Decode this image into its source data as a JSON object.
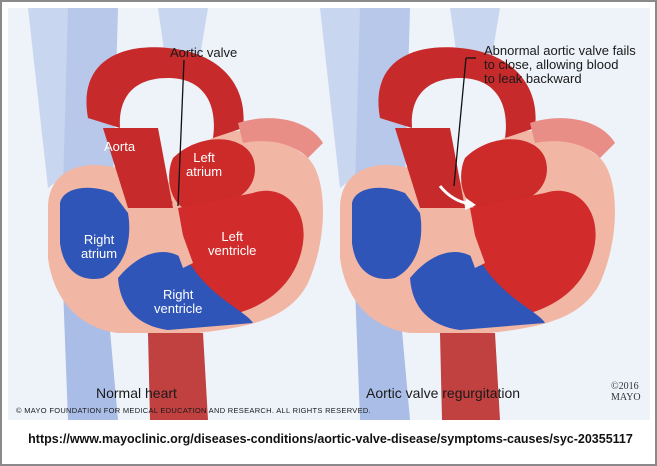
{
  "labels": {
    "aortic_valve": "Aortic valve",
    "aorta": "Aorta",
    "left_atrium": "Left\natrium",
    "right_atrium": "Right\natrium",
    "left_ventricle": "Left\nventricle",
    "right_ventricle": "Right\nventricle",
    "abnormal_valve": "Abnormal aortic valve fails\nto close, allowing blood\nto leak backward"
  },
  "captions": {
    "normal": "Normal heart",
    "regurgitation": "Aortic valve regurgitation"
  },
  "copyright": "© MAYO FOUNDATION FOR MEDICAL EDUCATION AND RESEARCH. ALL RIGHTS RESERVED.",
  "mark": "©2016\nMAYO",
  "source_url": "https://www.mayoclinic.org/diseases-conditions/aortic-valve-disease/symptoms-causes/syc-20355117",
  "colors": {
    "background": "#eef3fa",
    "oxygenated_red": "#d12b2b",
    "deoxygenated_blue": "#2f55b8",
    "heart_wall": "#f2b6a4",
    "vessel_light_blue": "#a9bde6"
  }
}
